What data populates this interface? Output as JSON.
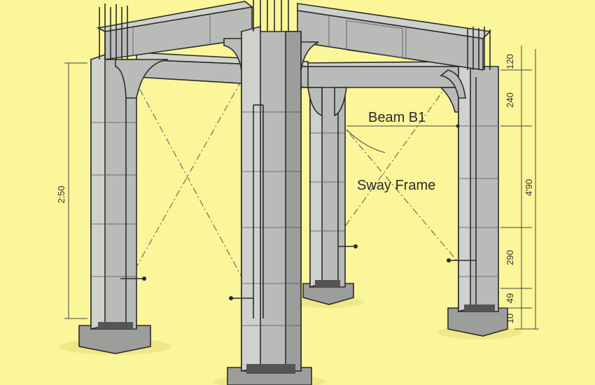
{
  "labels": {
    "beam": "Beam B1",
    "frame": "Sway Frame"
  },
  "dimensions": {
    "left_height": "2:50",
    "right_total": "4'90",
    "right_beam_depth": "120",
    "right_upper": "240",
    "right_lower": "290",
    "right_base_a": "49",
    "right_base_b": "10"
  },
  "colors": {
    "background": "#fbf69a",
    "concrete": "#b9bbb8",
    "outline": "#2b2b2b"
  }
}
